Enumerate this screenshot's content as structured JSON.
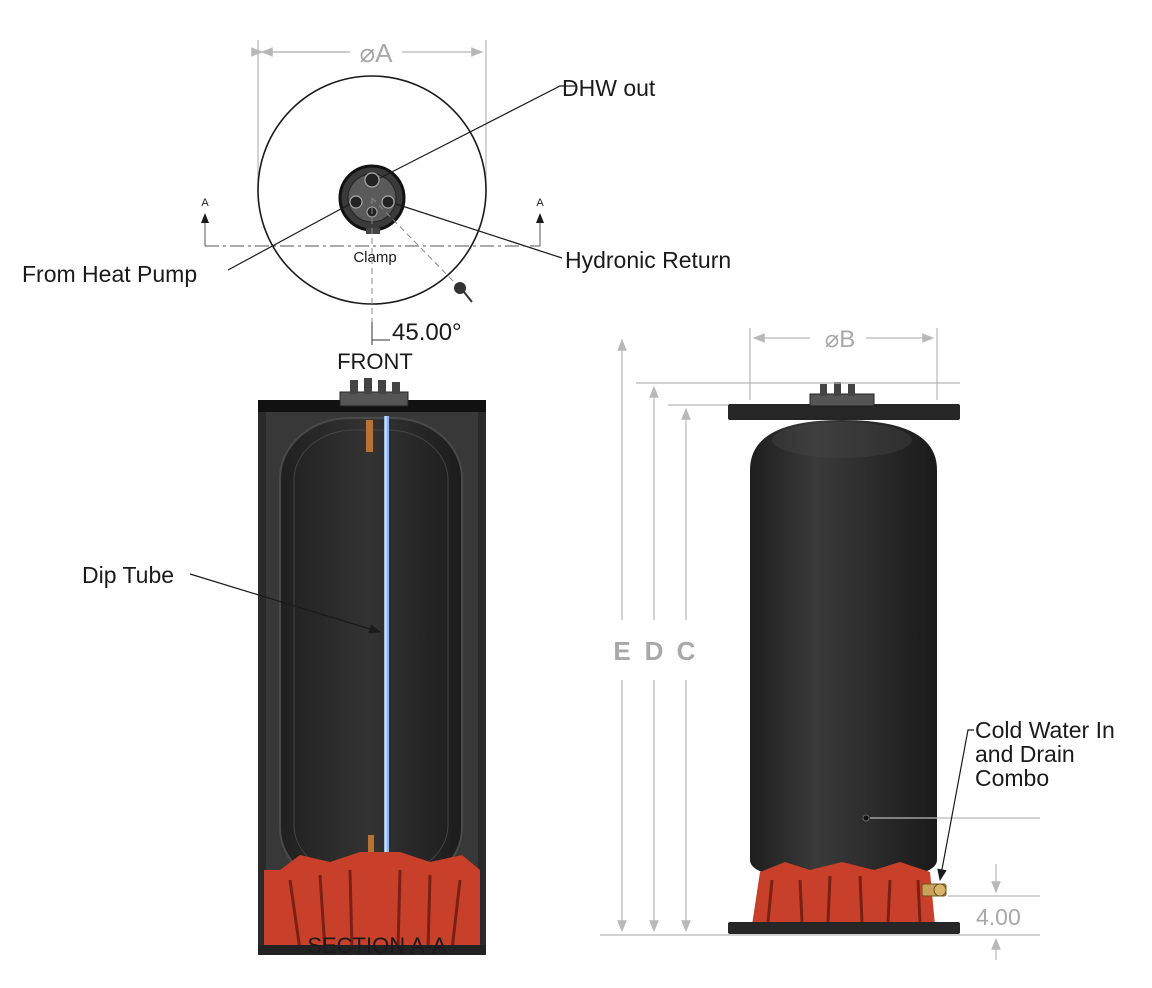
{
  "labels": {
    "dim_a": "⌀A",
    "dim_b": "⌀B",
    "dhw_out": "DHW out",
    "from_heat_pump": "From Heat Pump",
    "hydronic_return": "Hydronic Return",
    "clamp": "Clamp",
    "angle": "45.00°",
    "section_marker_left": "A",
    "section_marker_right": "A",
    "front": "FRONT",
    "section_title": "SECTION A-A",
    "dip_tube": "Dip Tube",
    "dim_e": "E",
    "dim_d": "D",
    "dim_c": "C",
    "cold_water_line1": "Cold Water In",
    "cold_water_line2": "and Drain",
    "cold_water_line3": "Combo",
    "dim_4": "4.00"
  },
  "colors": {
    "tank_body": "#2b2b2b",
    "tank_highlight": "#4a4a4a",
    "base_red": "#c8402a",
    "dip_tube_blue": "#8fb6e8",
    "copper": "#b87333",
    "dimension_gray": "#a8a8a8"
  }
}
